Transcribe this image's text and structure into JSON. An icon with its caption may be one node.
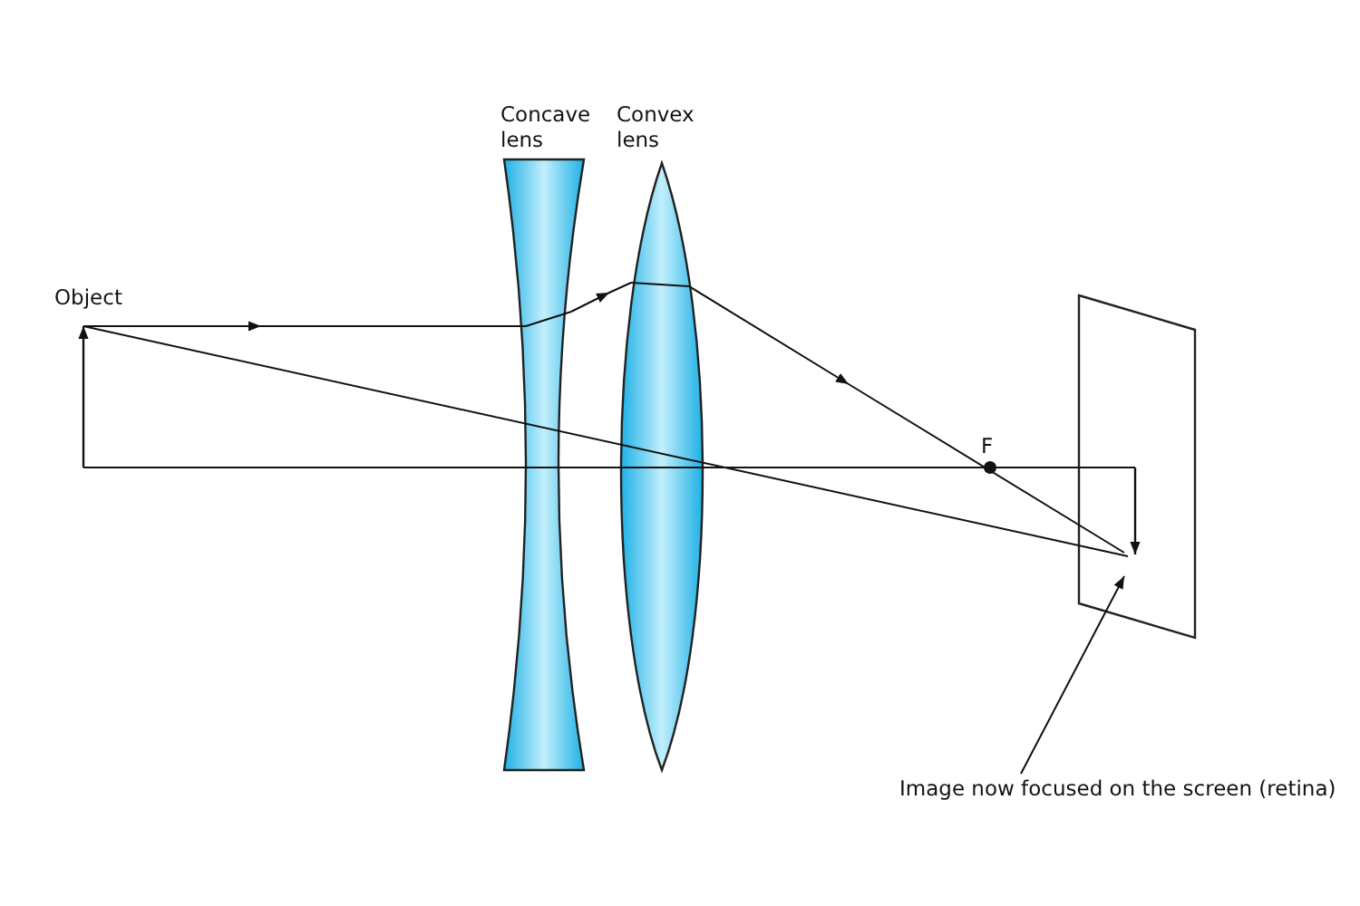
{
  "diagram": {
    "nodes": [
      {
        "text": [
          "Concave lens"
        ]
      },
      {
        "text": [
          "Convex lens"
        ]
      },
      {
        "text": [],
        "shape": "box"
      },
      {
        "text": [
          "Image now focused on the screen (retina)"
        ]
      }
    ],
    "edges": [
      {
        "from": 3,
        "to": 2,
        "arrow": "to"
      }
    ],
    "labels": [
      "Object",
      "F"
    ]
  }
}
